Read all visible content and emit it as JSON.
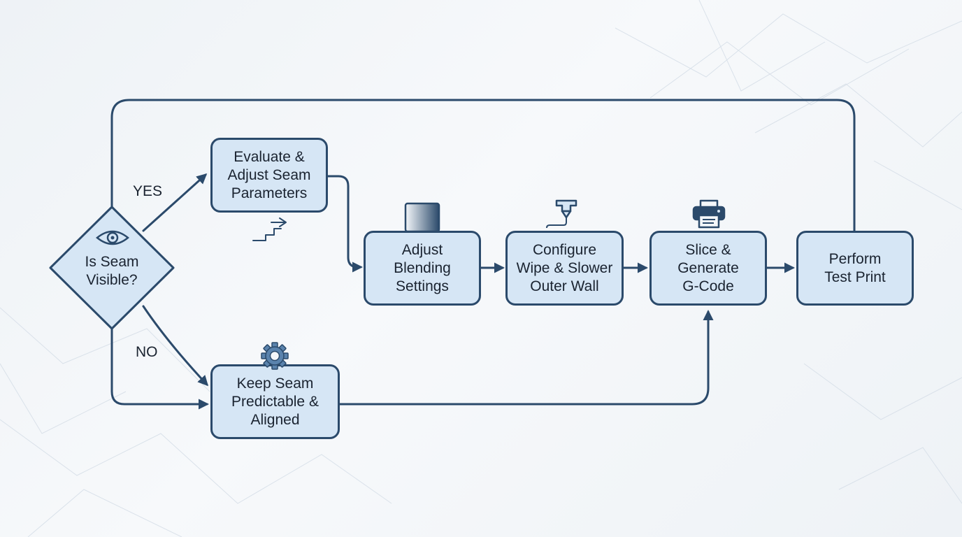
{
  "colors": {
    "stroke": "#2b4a6b",
    "node_fill": "#d6e6f5",
    "text": "#1a2330",
    "background": "#f4f6f9"
  },
  "nodes": {
    "decision": {
      "label": "Is Seam\nVisible?",
      "icon": "eye-icon"
    },
    "evaluate": {
      "label": "Evaluate &\nAdjust Seam\nParameters"
    },
    "blending": {
      "label": "Adjust\nBlending\nSettings",
      "icon": "gradient-panel-icon"
    },
    "wipe": {
      "label": "Configure\nWipe & Slower\nOuter Wall",
      "icon": "nozzle-icon"
    },
    "slice": {
      "label": "Slice &\nGenerate\nG-Code",
      "icon": "printer-icon"
    },
    "test": {
      "label": "Perform\nTest Print"
    },
    "keep": {
      "label": "Keep Seam\nPredictable &\nAligned",
      "icon": "gear-icon"
    }
  },
  "edges": {
    "yes_label": "YES",
    "no_label": "NO"
  }
}
